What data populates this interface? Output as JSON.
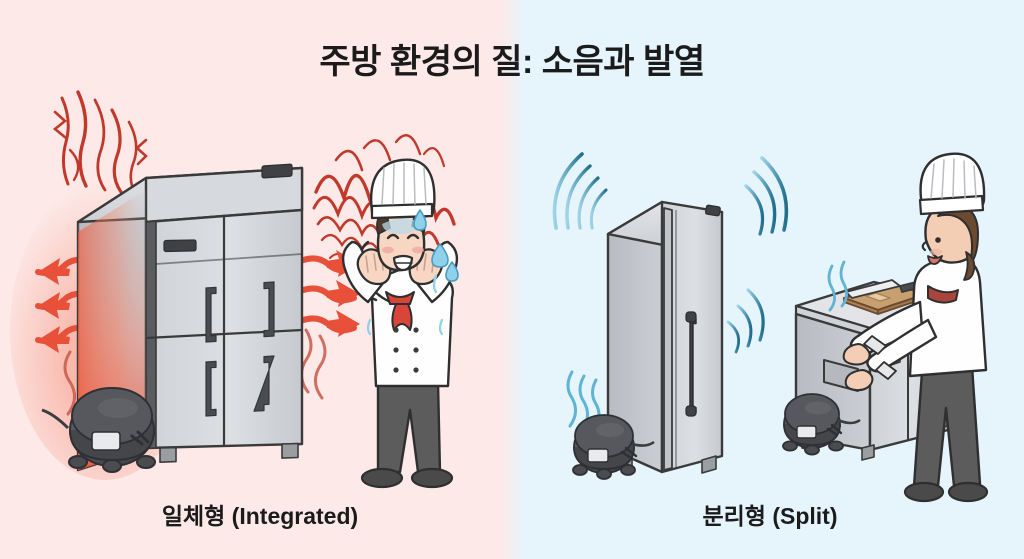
{
  "title": "주방 환경의 질: 소음과 발열",
  "panels": {
    "left": {
      "caption": "일체형 (Integrated)",
      "background_color": "#fdeae8",
      "accent_color": "#e0503d",
      "appliance": "four-door-commercial-refrigerator",
      "compressor": "built-in-compressor-at-base",
      "noise_level": "loud",
      "heat_level": "high",
      "character": "chef-covering-ears-sweating"
    },
    "right": {
      "caption": "분리형 (Split)",
      "background_color": "#e6f4fc",
      "accent_color": "#2a7f9e",
      "appliance": "tall-single-door-refrigerator",
      "compressor": "remote-compressor-unit",
      "noise_level": "quiet",
      "heat_level": "low",
      "character": "chef-working-calmly-at-prep-counter"
    }
  },
  "colors": {
    "title_text": "#1b1b1b",
    "caption_text": "#1b1b1b",
    "noise_red": "#c0392b",
    "heat_red": "#e74c3c",
    "wave_blue": "#2a7f9e",
    "metal_light": "#d8dade",
    "metal_mid": "#c2c5ca",
    "metal_dark": "#a9adb3",
    "outline": "#3a3a3a",
    "compressor": "#4f5054",
    "chef_white": "#fefefe",
    "chef_pants": "#5c5c5c",
    "neckerchief": "#d9453a",
    "skin": "#f7d7c4",
    "hair": "#4a3a2e",
    "hair_right": "#6b4a2f",
    "board": "#c8a070"
  },
  "icons": {
    "noise_left": "jagged-noise-lines-icon",
    "noise_right": "seismic-noise-wave-icon",
    "heat_left": "heat-arrow-icon",
    "heat_right": "heat-arrow-icon",
    "quiet_left": "soft-sound-arc-icon",
    "quiet_right": "soft-sound-arc-icon",
    "steam": "gentle-wavy-line-icon",
    "sweat": "sweat-drop-icon"
  }
}
